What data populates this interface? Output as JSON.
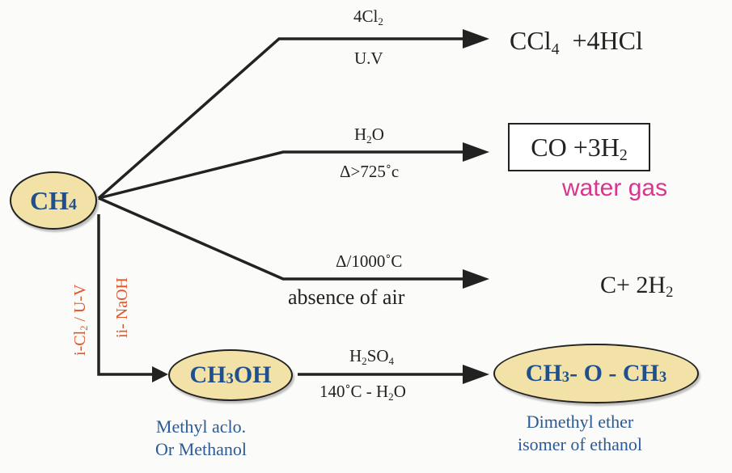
{
  "reactant": {
    "base": "CH",
    "sub": "4"
  },
  "reactions": {
    "chlorination": {
      "reagent_base": "4Cl",
      "reagent_sub": "2",
      "condition": "U.V",
      "product_1_base": "CCl",
      "product_1_sub": "4",
      "product_2": "+4HCl"
    },
    "steam": {
      "reagent_base": "H",
      "reagent_sub": "2",
      "reagent_tail": "O",
      "condition": "Δ>725˚c",
      "product_base": "CO +3H",
      "product_sub": "2",
      "product_name": "water gas"
    },
    "pyrolysis": {
      "condition": "Δ/1000˚C",
      "condition_2": "absence of air",
      "product_base": "C+ 2H",
      "product_sub": "2"
    },
    "methanol_route": {
      "step_1_base": "i-Cl",
      "step_1_sub": "2",
      "step_1_tail": " / U-V",
      "step_2": "ii- NaOH"
    },
    "dehydration": {
      "reagent_base": "H",
      "reagent_sub": "2",
      "reagent_mid": "SO",
      "reagent_sub_2": "4",
      "condition": "140˚C - H",
      "condition_sub": "2",
      "condition_tail": "O"
    }
  },
  "methanol": {
    "part1": "CH",
    "sub": "3",
    "part2": "OH",
    "caption_1": "Methyl aclo.",
    "caption_2": "Or Methanol"
  },
  "ether": {
    "part1": "CH",
    "sub_1": "3",
    "mid": " - O - CH",
    "sub_2": "3",
    "caption_1": "Dimethyl ether",
    "caption_2": "isomer of ethanol"
  },
  "colors": {
    "oval_fill": "#f2e2a8",
    "formula_blue": "#1f4f8c",
    "caption_blue": "#2a5a97",
    "water_gas_pink": "#d9358f",
    "side_orange": "#e0552a"
  }
}
